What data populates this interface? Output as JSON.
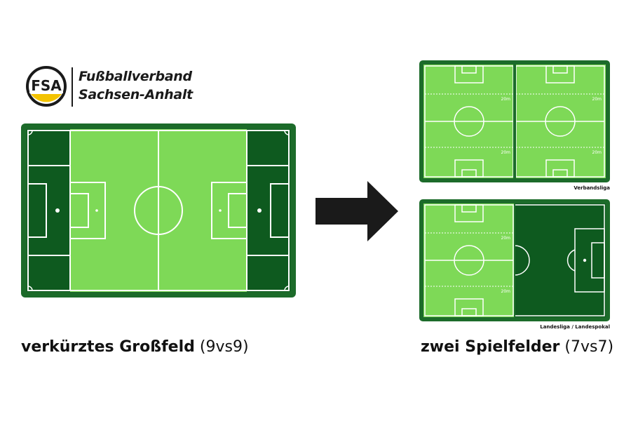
{
  "logo": {
    "letters": "FSA",
    "line1": "Fußballverband",
    "line2": "Sachsen-Anhalt"
  },
  "left_caption": {
    "bold": "verkürztes Großfeld",
    "normal": "(9vs9)"
  },
  "right_caption": {
    "bold": "zwei Spielfelder",
    "normal": "(7vs7)"
  },
  "top_field_label": "Verbandsliga",
  "bottom_field_label": "Landesliga / Landespokal",
  "zone_label": "20m",
  "colors": {
    "dark_green": "#0e5a1f",
    "light_green": "#7ed957",
    "border_green": "#1c6b2a",
    "arrow": "#1a1a1a",
    "logo_yellow": "#f3c300"
  }
}
